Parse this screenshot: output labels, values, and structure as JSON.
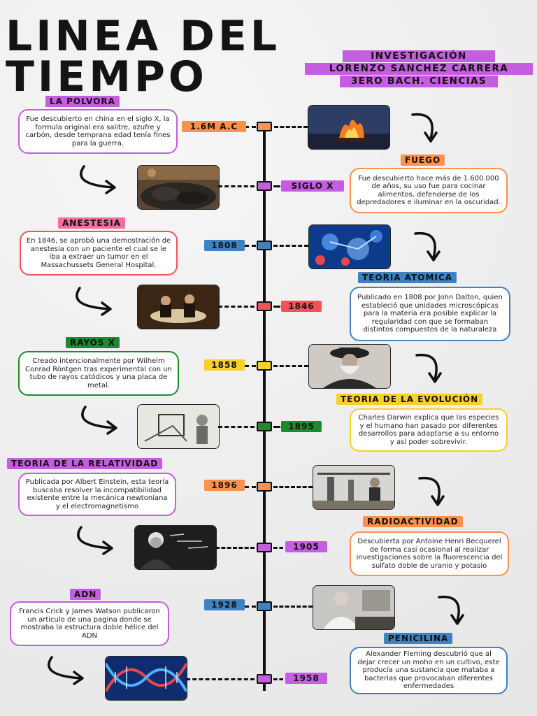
{
  "title": {
    "line1": "LINEA DEL",
    "line2": "TIEMPO"
  },
  "author": {
    "line1": "INVESTIGACIÓN",
    "line2": "LORENZO SANCHEZ CARRERA",
    "line3": "3ERO BACH. CIENCIAS"
  },
  "events": [
    {
      "year": "1.6M A.C",
      "name": "FUEGO",
      "text": "Fue descubierto hace más de 1.600.000 de años, su uso fue para cocinar alimentos, defenderse de los depredadores e iluminar en la oscuridad.",
      "image": "fire-image"
    },
    {
      "year": "SIGLO X",
      "name": "LA POLVORA",
      "text": "Fue descubierto en china en el siglo X, la formula original era salitre, azufre y carbón, desde temprana edad tenía fines para la guerra.",
      "image": "gunpowder-image"
    },
    {
      "year": "1808",
      "name": "TEORIA ATOMICA",
      "text": "Publicado en 1808 por John Dalton, quien estableció que unidades microscópicas para la materia era posible explicar la regularidad con que se formaban distintos compuestos de la naturaleza",
      "image": "atoms-image"
    },
    {
      "year": "1846",
      "name": "ANESTESIA",
      "text": "En 1846, se aprobó una demostración de anestesia con un paciente el cual se le iba a extraer un tumor en el Massachussets General Hospital.",
      "image": "anesthesia-painting-image"
    },
    {
      "year": "1858",
      "name": "TEORIA DE LA EVOLUCIÓN",
      "text": "Charles Darwin explica que las especies y el humano han pasado por diferentes desarrollos para adaptarse a su entorno y así poder sobrevivir.",
      "image": "darwin-portrait-image"
    },
    {
      "year": "1895",
      "name": "RAYOS X",
      "text": "Creado intencionalmente por Wilhelm Conrad Röntgen tras experimental con un tubo de rayos catódicos y una placa de metal.",
      "image": "xray-experiment-image"
    },
    {
      "year": "1896",
      "name": "RADIOACTIVIDAD",
      "text": "Descubierta por Antoine Henri Becquerel de forma casi ocasional al realizar investigaciones sobre la fluorescencia del sulfato doble de uranio y potasio",
      "image": "laboratory-image"
    },
    {
      "year": "1905",
      "name": "TEORIA DE LA RELATIVIDAD",
      "text": "Publicada por Albert Einstein, esta teoría buscaba resolver la incompatibilidad existente entre la mecánica newtoniana y el electromagnetismo",
      "image": "einstein-blackboard-image"
    },
    {
      "year": "1928",
      "name": "PENICILINA",
      "text": "Alexander Fleming descubrió que al dejar crecer un moho en un cultivo, este producía una sustancia que mataba a bacterias que provocaban diferentes enfermedades",
      "image": "fleming-lab-image"
    },
    {
      "year": "1958",
      "name": "ADN",
      "text": "Francis Crick y James Watson publicaron un articulo de una pagina donde se mostraba la estructura doble hélice del ADN",
      "image": "dna-helix-image"
    }
  ],
  "colors": {
    "orange": "#ff914d",
    "purple": "#c45de0",
    "blue": "#3e82c1",
    "red": "#f0535a",
    "yellow": "#f7d02a",
    "green": "#1d8a2f",
    "pink": "#f26fa0"
  },
  "icons": {
    "arrow": "curved-arrow-icon"
  }
}
